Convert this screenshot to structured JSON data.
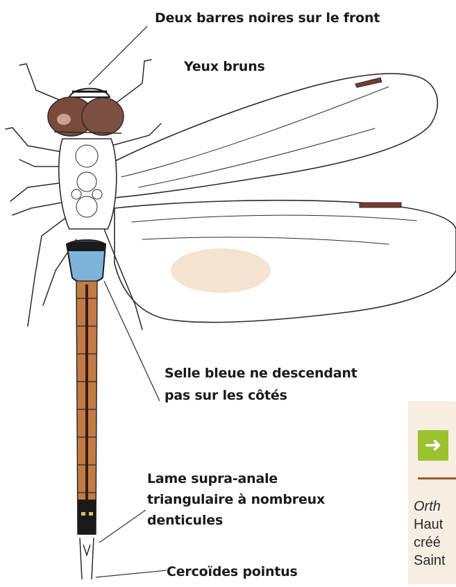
{
  "labels": {
    "front": "Deux barres noires sur le front",
    "eyes": "Yeux bruns",
    "saddle_line1": "Selle bleue ne descendant",
    "saddle_line2": "pas sur les côtés",
    "lamina_line1": "Lame supra-anale",
    "lamina_line2": "triangulaire à nombreux",
    "lamina_line3": "denticules",
    "cerci": "Cercoïdes pointus"
  },
  "side_panel": {
    "icon": "arrow-right-icon",
    "line1": "Orth",
    "line2": "Haut",
    "line3": "créé",
    "line4": "Saint"
  },
  "colors": {
    "eyes": "#7a4a3c",
    "saddle": "#7fb3d9",
    "abdomen": "#c27b45",
    "wing_spot": "#f4e3d0",
    "button": "#9cc12e",
    "rule": "#9b5b2a",
    "panel_bg": "#f6eee0"
  }
}
